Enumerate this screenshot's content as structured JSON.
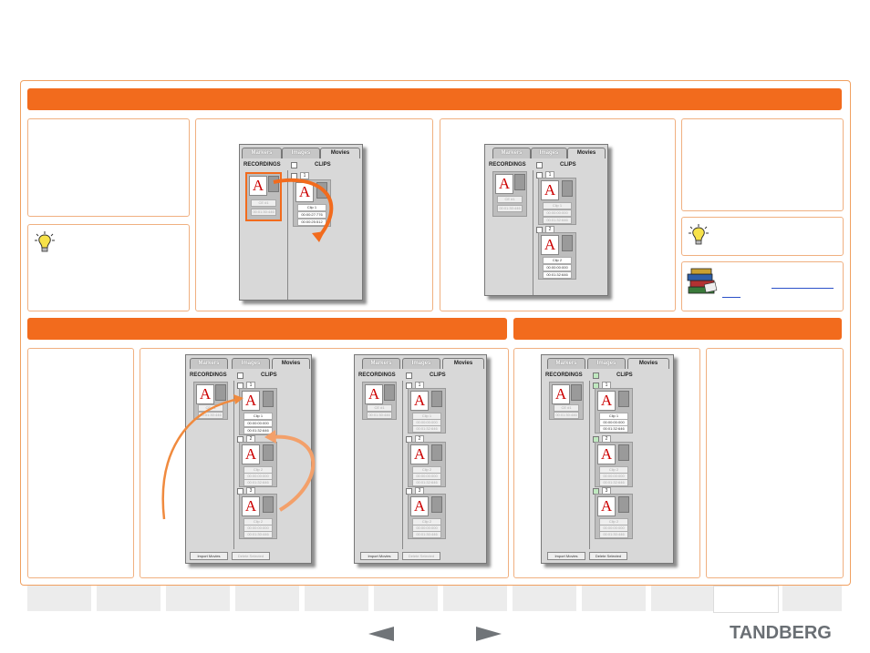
{
  "tabs": {
    "markers": "Markers",
    "images": "Images",
    "movies": "Movies"
  },
  "shot": {
    "recordings": "RECORDINGS",
    "clips": "CLIPS",
    "rec_name": "CE #1",
    "rec_time": "00:01:30:446",
    "clip1_name": "Clip 1",
    "clip1_in": "00:00:00:000",
    "clip1_out": "00:01:32:646",
    "clip2_name": "Clip 2",
    "clip2_in": "00:00:00:000",
    "clip2_out": "00:01:32:646",
    "clip3_name": "Clip 2",
    "clip3_in": "00:00:00:000",
    "clip3_out": "00:01:30:446",
    "clip1a_in": "00:00:27:776",
    "clip1a_out": "00:00:25:512",
    "import_movies": "Import Movies",
    "delete_selected": "Delete Selected",
    "n1": "1",
    "n2": "2",
    "n3": "3"
  },
  "footer": {
    "brand": "TANDBERG"
  },
  "colors": {
    "accent": "#f26b1d",
    "border": "#f0b080",
    "link": "#2b50c8"
  },
  "icons": {
    "tip": "lightbulb-icon",
    "reference": "books-icon",
    "prev": "previous-arrow-icon",
    "next": "next-arrow-icon"
  }
}
